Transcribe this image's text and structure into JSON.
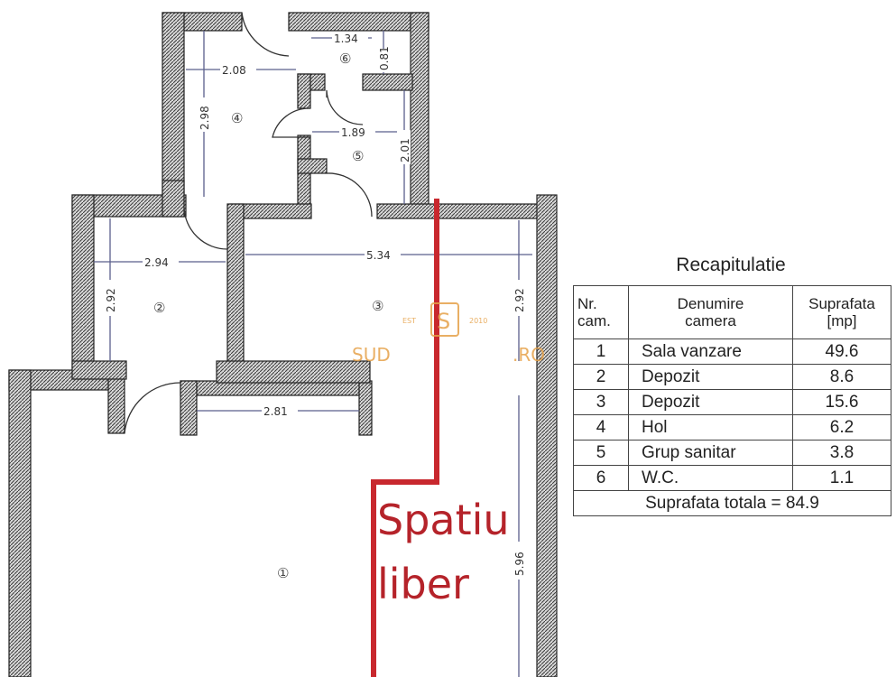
{
  "plan": {
    "dimensions": {
      "d_1_34": "1.34",
      "d_0_81": "0.81",
      "d_2_08": "2.08",
      "d_2_98": "2.98",
      "d_1_89": "1.89",
      "d_2_01": "2.01",
      "d_2_94": "2.94",
      "d_5_34": "5.34",
      "d_2_92_left": "2.92",
      "d_2_92_right": "2.92",
      "d_2_81": "2.81",
      "d_5_96": "5.96"
    },
    "room_numbers": {
      "r1": "①",
      "r2": "②",
      "r3": "③",
      "r4": "④",
      "r5": "⑤",
      "r6": "⑥"
    },
    "free_space_label_line1": "Spatiu",
    "free_space_label_line2": "liber",
    "free_space_color": "#c8282e"
  },
  "watermark": {
    "est": "EST",
    "year": "2010",
    "text_left": "SUD",
    "text_right": ".RO",
    "color": "#e6a24a"
  },
  "recap": {
    "title": "Recapitulatie",
    "headers": {
      "nr": "Nr.\ncam.",
      "name": "Denumire\ncamera",
      "area": "Suprafata\n[mp]"
    },
    "rows": [
      {
        "nr": "1",
        "name": "Sala vanzare",
        "area": "49.6"
      },
      {
        "nr": "2",
        "name": "Depozit",
        "area": "8.6"
      },
      {
        "nr": "3",
        "name": "Depozit",
        "area": "15.6"
      },
      {
        "nr": "4",
        "name": "Hol",
        "area": "6.2"
      },
      {
        "nr": "5",
        "name": "Grup sanitar",
        "area": "3.8"
      },
      {
        "nr": "6",
        "name": "W.C.",
        "area": "1.1"
      }
    ],
    "total": "Suprafata totala = 84.9"
  }
}
